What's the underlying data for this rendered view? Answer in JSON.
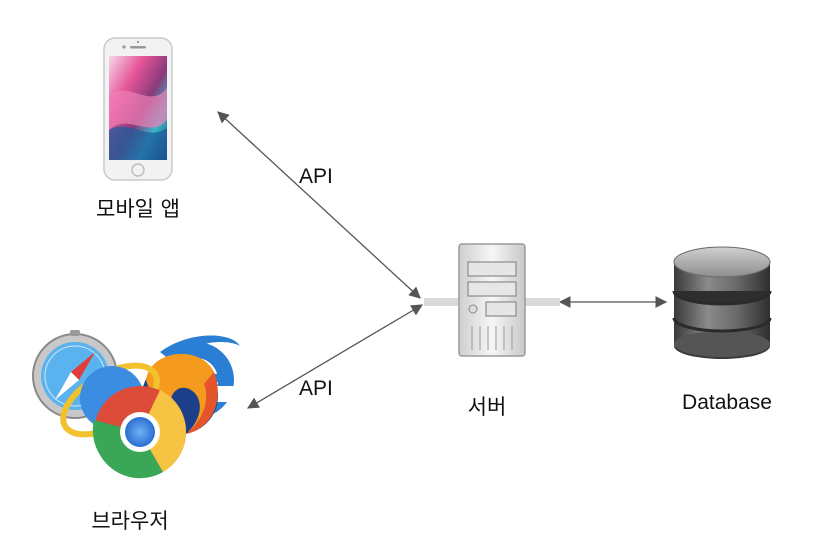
{
  "nodes": {
    "mobile": {
      "label": "모바일 앱",
      "icon": "smartphone-icon"
    },
    "browser": {
      "label": "브라우저",
      "icon": "browser-logos-icon"
    },
    "server": {
      "label": "서버",
      "icon": "server-tower-icon"
    },
    "database": {
      "label": "Database",
      "icon": "database-cylinder-icon"
    }
  },
  "edges": [
    {
      "from": "mobile",
      "to": "server",
      "label": "API",
      "arrows": "both"
    },
    {
      "from": "browser",
      "to": "server",
      "label": "API",
      "arrows": "both"
    },
    {
      "from": "server",
      "to": "database",
      "label": "",
      "arrows": "both"
    }
  ],
  "colors": {
    "arrow": "#555555",
    "text": "#111111",
    "database": "#6e6e6e",
    "server": "#e8e8e8"
  }
}
